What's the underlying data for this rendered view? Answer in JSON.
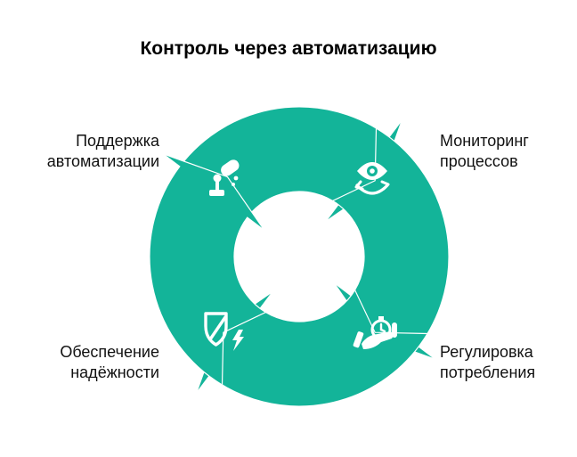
{
  "title": "Контроль через автоматизацию",
  "colors": {
    "accent": "#13b499",
    "icon": "#ffffff",
    "text": "#111111",
    "background": "#ffffff"
  },
  "stages": [
    {
      "id": "support",
      "icon": "robot-arm-icon",
      "label_lines": [
        "Поддержка",
        "автоматизации"
      ]
    },
    {
      "id": "monitoring",
      "icon": "eye-cycle-icon",
      "label_lines": [
        "Мониторинг",
        "процессов"
      ]
    },
    {
      "id": "consumption",
      "icon": "hand-stopwatch-icon",
      "label_lines": [
        "Регулировка",
        "потребления"
      ]
    },
    {
      "id": "reliability",
      "icon": "shield-lightning-icon",
      "label_lines": [
        "Обеспечение",
        "надёжности"
      ]
    }
  ]
}
